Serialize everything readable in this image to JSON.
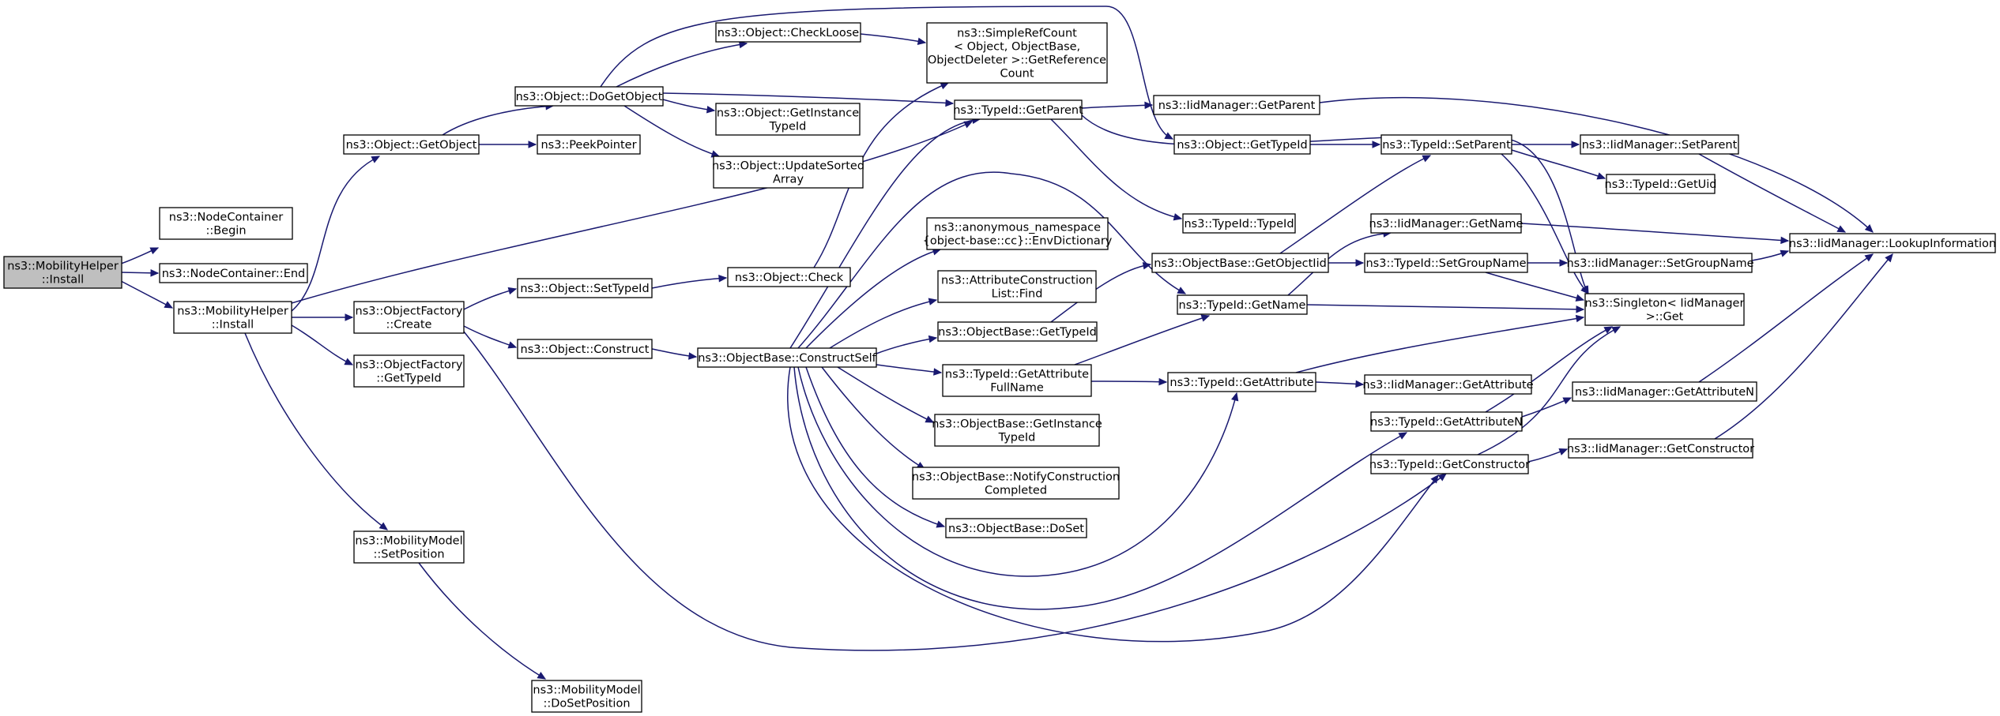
{
  "colors": {
    "edge": "#191970",
    "root_fill": "#bfbfbf",
    "node_fill": "#ffffff",
    "border": "#000000"
  },
  "nodes": {
    "mh_install_root": [
      "ns3::MobilityHelper",
      "::Install"
    ],
    "nc_begin": [
      "ns3::NodeContainer",
      "::Begin"
    ],
    "nc_end": [
      "ns3::NodeContainer::End"
    ],
    "mh_install": [
      "ns3::MobilityHelper",
      "::Install"
    ],
    "obj_getobject": [
      "ns3::Object::GetObject"
    ],
    "obj_dogetobject": [
      "ns3::Object::DoGetObject"
    ],
    "peekpointer": [
      "ns3::PeekPointer"
    ],
    "obj_checkloose": [
      "ns3::Object::CheckLoose"
    ],
    "obj_getinstancetypeid": [
      "ns3::Object::GetInstance",
      "TypeId"
    ],
    "obj_updatesortedarray": [
      "ns3::Object::UpdateSorted",
      "Array"
    ],
    "simplerefcount": [
      "ns3::SimpleRefCount",
      "< Object, ObjectBase,",
      "ObjectDeleter >::GetReference",
      "Count"
    ],
    "typeid_getparent": [
      "ns3::TypeId::GetParent"
    ],
    "iid_getparent": [
      "ns3::IidManager::GetParent"
    ],
    "obj_gettypeid": [
      "ns3::Object::GetTypeId"
    ],
    "typeid_setparent": [
      "ns3::TypeId::SetParent"
    ],
    "iid_setparent": [
      "ns3::IidManager::SetParent"
    ],
    "typeid_getuid": [
      "ns3::TypeId::GetUid"
    ],
    "typeid_typeid": [
      "ns3::TypeId::TypeId"
    ],
    "iid_getname": [
      "ns3::IidManager::GetName"
    ],
    "iid_lookup": [
      "ns3::IidManager::LookupInformation"
    ],
    "anon_envdict": [
      "ns3::anonymous_namespace",
      "{object-base::cc}::EnvDictionary"
    ],
    "objbase_getobjectiid": [
      "ns3::ObjectBase::GetObjectIid"
    ],
    "typeid_setgroupname": [
      "ns3::TypeId::SetGroupName"
    ],
    "iid_setgroupname": [
      "ns3::IidManager::SetGroupName"
    ],
    "attrconstlist_find": [
      "ns3::AttributeConstruction",
      "List::Find"
    ],
    "obj_check": [
      "ns3::Object::Check"
    ],
    "obj_settypeid": [
      "ns3::Object::SetTypeId"
    ],
    "objfactory_create": [
      "ns3::ObjectFactory",
      "::Create"
    ],
    "typeid_getname": [
      "ns3::TypeId::GetName"
    ],
    "singleton_get": [
      "ns3::Singleton< IidManager",
      ">::Get"
    ],
    "objbase_gettypeid": [
      "ns3::ObjectBase::GetTypeId"
    ],
    "obj_construct": [
      "ns3::Object::Construct"
    ],
    "objbase_constructself": [
      "ns3::ObjectBase::ConstructSelf"
    ],
    "objfactory_gettypeid": [
      "ns3::ObjectFactory",
      "::GetTypeId"
    ],
    "typeid_getattributefullname": [
      "ns3::TypeId::GetAttribute",
      "FullName"
    ],
    "typeid_getattribute": [
      "ns3::TypeId::GetAttribute"
    ],
    "iid_getattribute": [
      "ns3::IidManager::GetAttribute"
    ],
    "iid_getattributen": [
      "ns3::IidManager::GetAttributeN"
    ],
    "typeid_getattributen": [
      "ns3::TypeId::GetAttributeN"
    ],
    "objbase_getinstancetypeid": [
      "ns3::ObjectBase::GetInstance",
      "TypeId"
    ],
    "typeid_getconstructor": [
      "ns3::TypeId::GetConstructor"
    ],
    "iid_getconstructor": [
      "ns3::IidManager::GetConstructor"
    ],
    "objbase_notifyconstruction": [
      "ns3::ObjectBase::NotifyConstruction",
      "Completed"
    ],
    "objbase_doset": [
      "ns3::ObjectBase::DoSet"
    ],
    "mm_setposition": [
      "ns3::MobilityModel",
      "::SetPosition"
    ],
    "mm_dosetposition": [
      "ns3::MobilityModel",
      "::DoSetPosition"
    ]
  }
}
